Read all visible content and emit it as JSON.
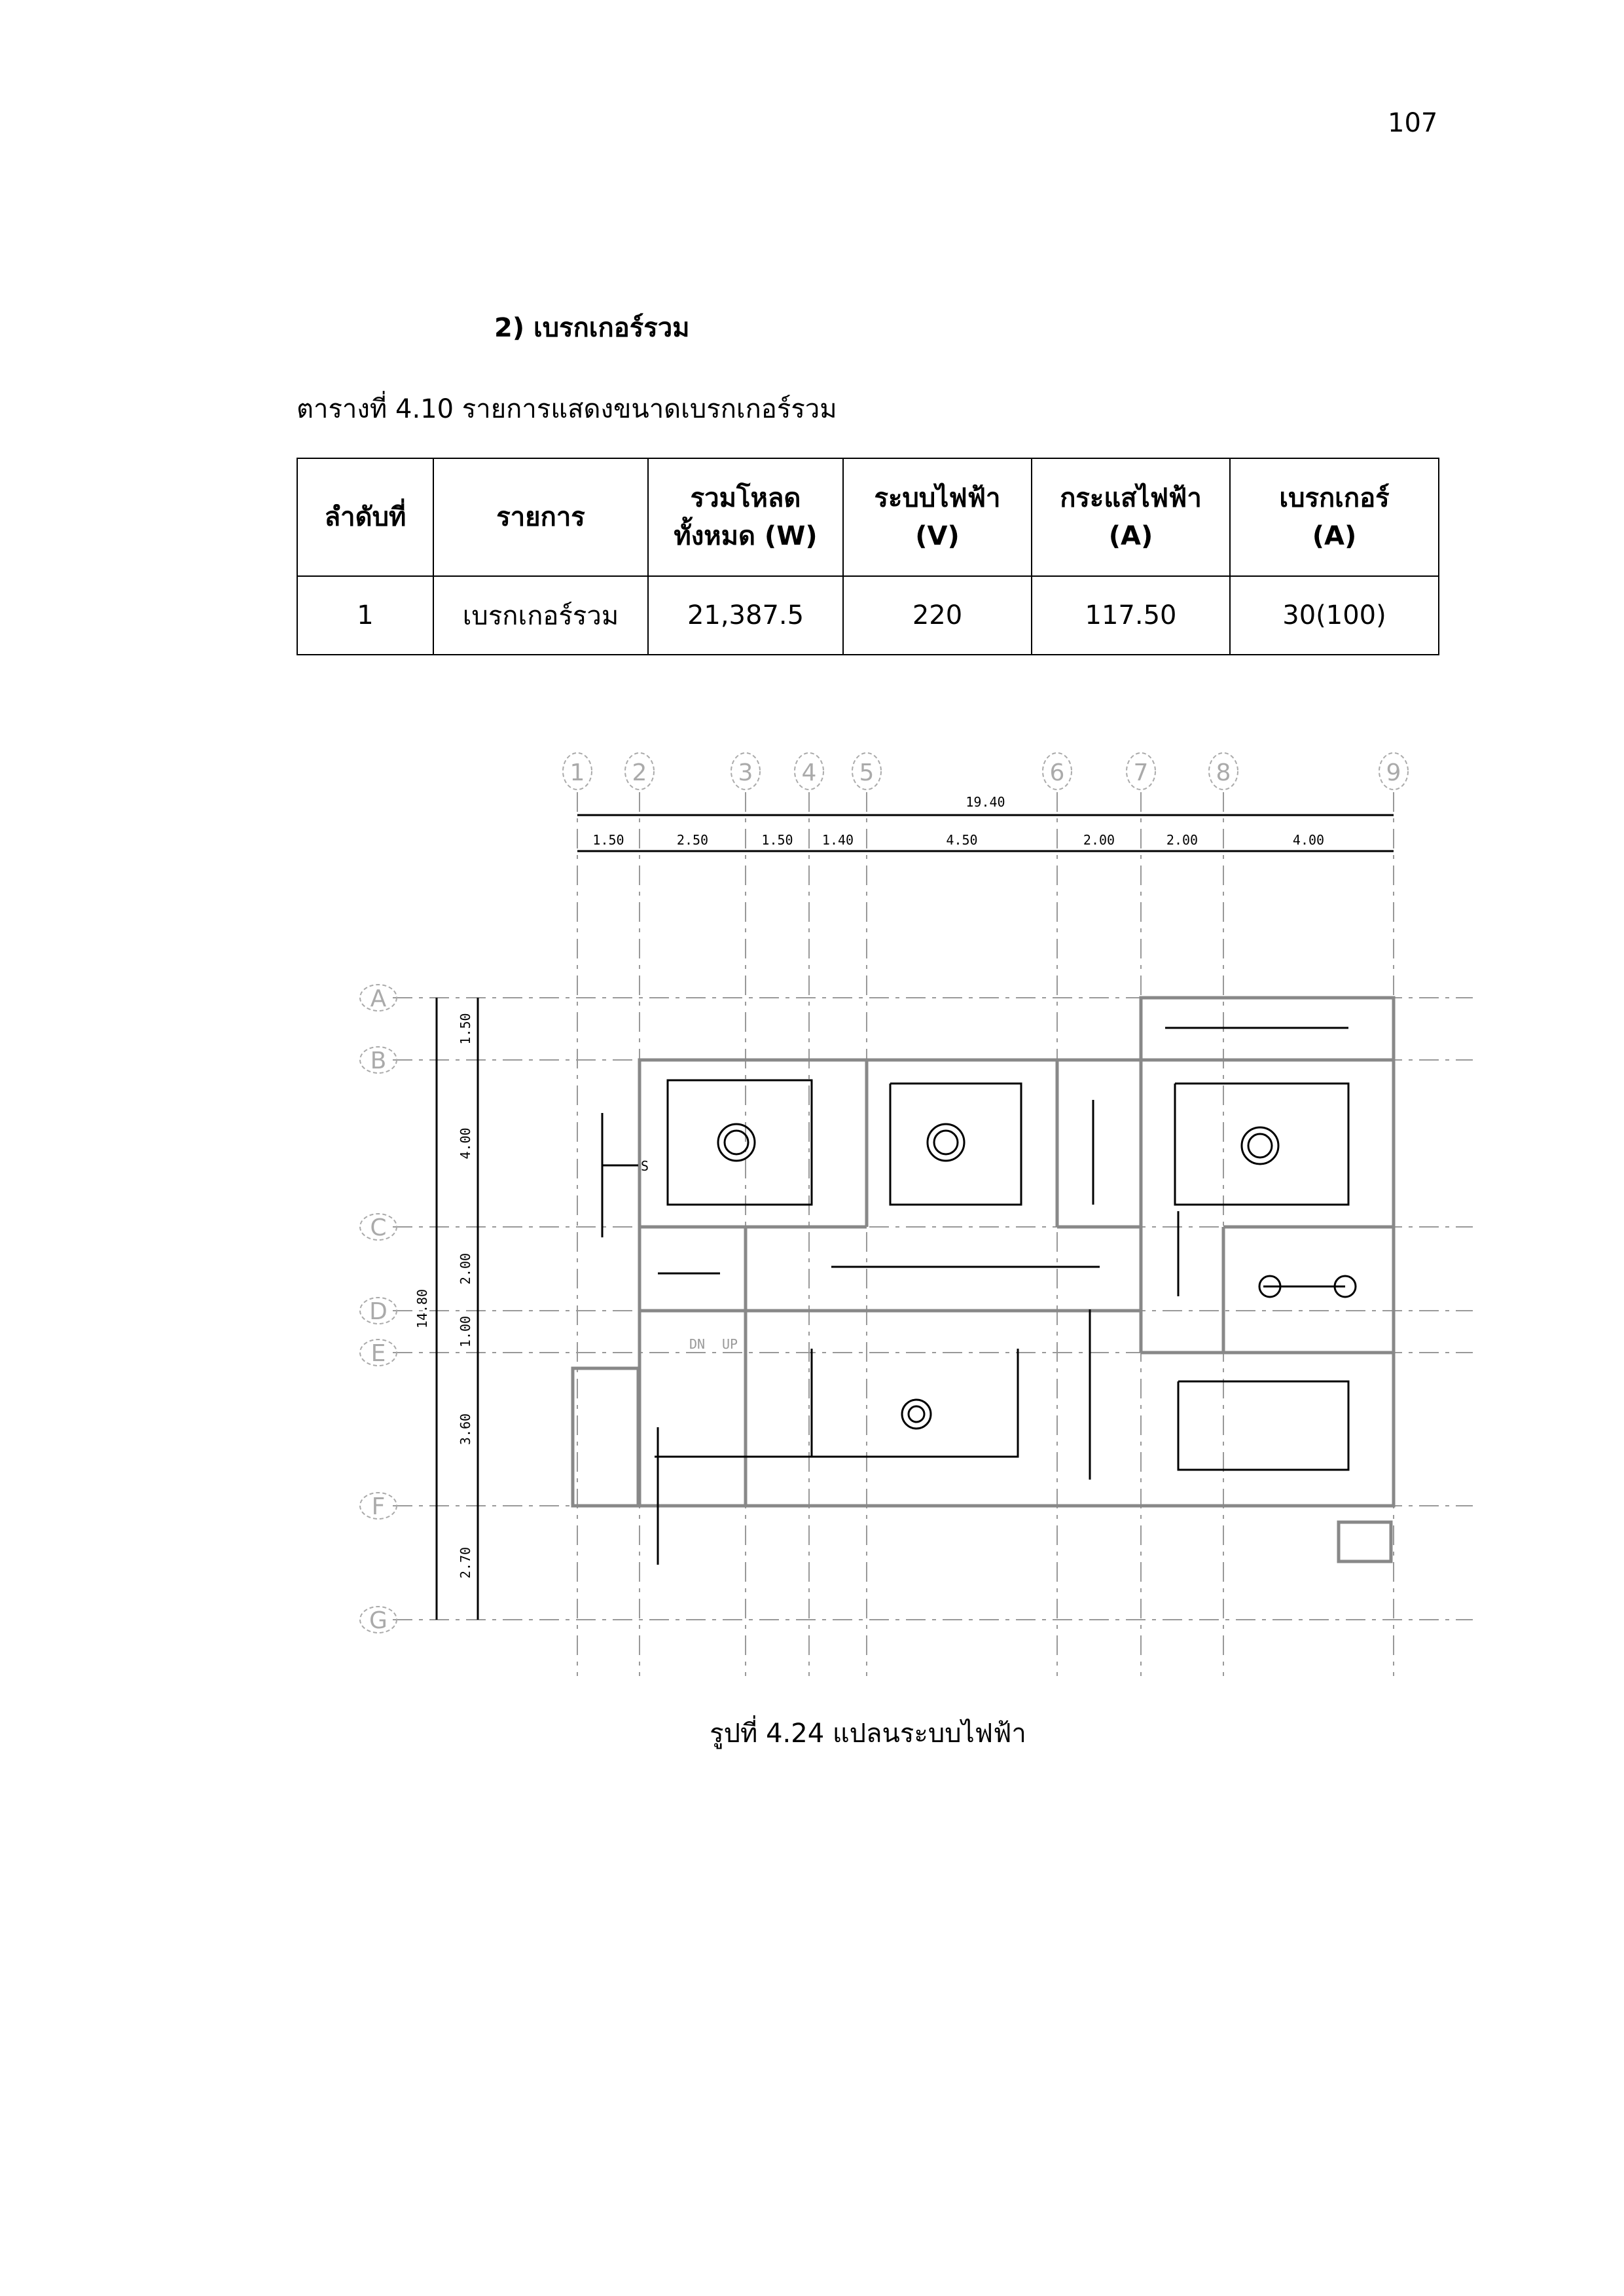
{
  "page_number": "107",
  "heading": "2)  เบรกเกอร์รวม",
  "table_caption": "ตารางที่ 4.10  รายการแสดงขนาดเบรกเกอร์รวม",
  "table": {
    "headers": [
      "ลำดับที่",
      "รายการ",
      "รวมโหลด\nทั้งหมด (W)",
      "ระบบไฟฟ้า\n(V)",
      "กระแสไฟฟ้า\n(A)",
      "เบรกเกอร์\n(A)"
    ],
    "rows": [
      [
        "1",
        "เบรกเกอร์รวม",
        "21,387.5",
        "220",
        "117.50",
        "30(100)"
      ]
    ]
  },
  "drawing": {
    "grid_columns": [
      "1",
      "2",
      "3",
      "4",
      "5",
      "6",
      "7",
      "8",
      "9"
    ],
    "grid_rows": [
      "A",
      "B",
      "C",
      "D",
      "E",
      "F",
      "G"
    ],
    "overall_width": "19.40",
    "column_dims": [
      "1.50",
      "2.50",
      "1.50",
      "1.40",
      "4.50",
      "2.00",
      "2.00",
      "4.00"
    ],
    "overall_height": "14.80",
    "row_dims": [
      "1.50",
      "4.00",
      "2.00",
      "1.00",
      "3.60",
      "2.70"
    ],
    "labels": {
      "up": "UP",
      "dn": "DN",
      "switch": "S"
    }
  },
  "figure_caption": "รูปที่ 4.24    แปลนระบบไฟฟ้า"
}
